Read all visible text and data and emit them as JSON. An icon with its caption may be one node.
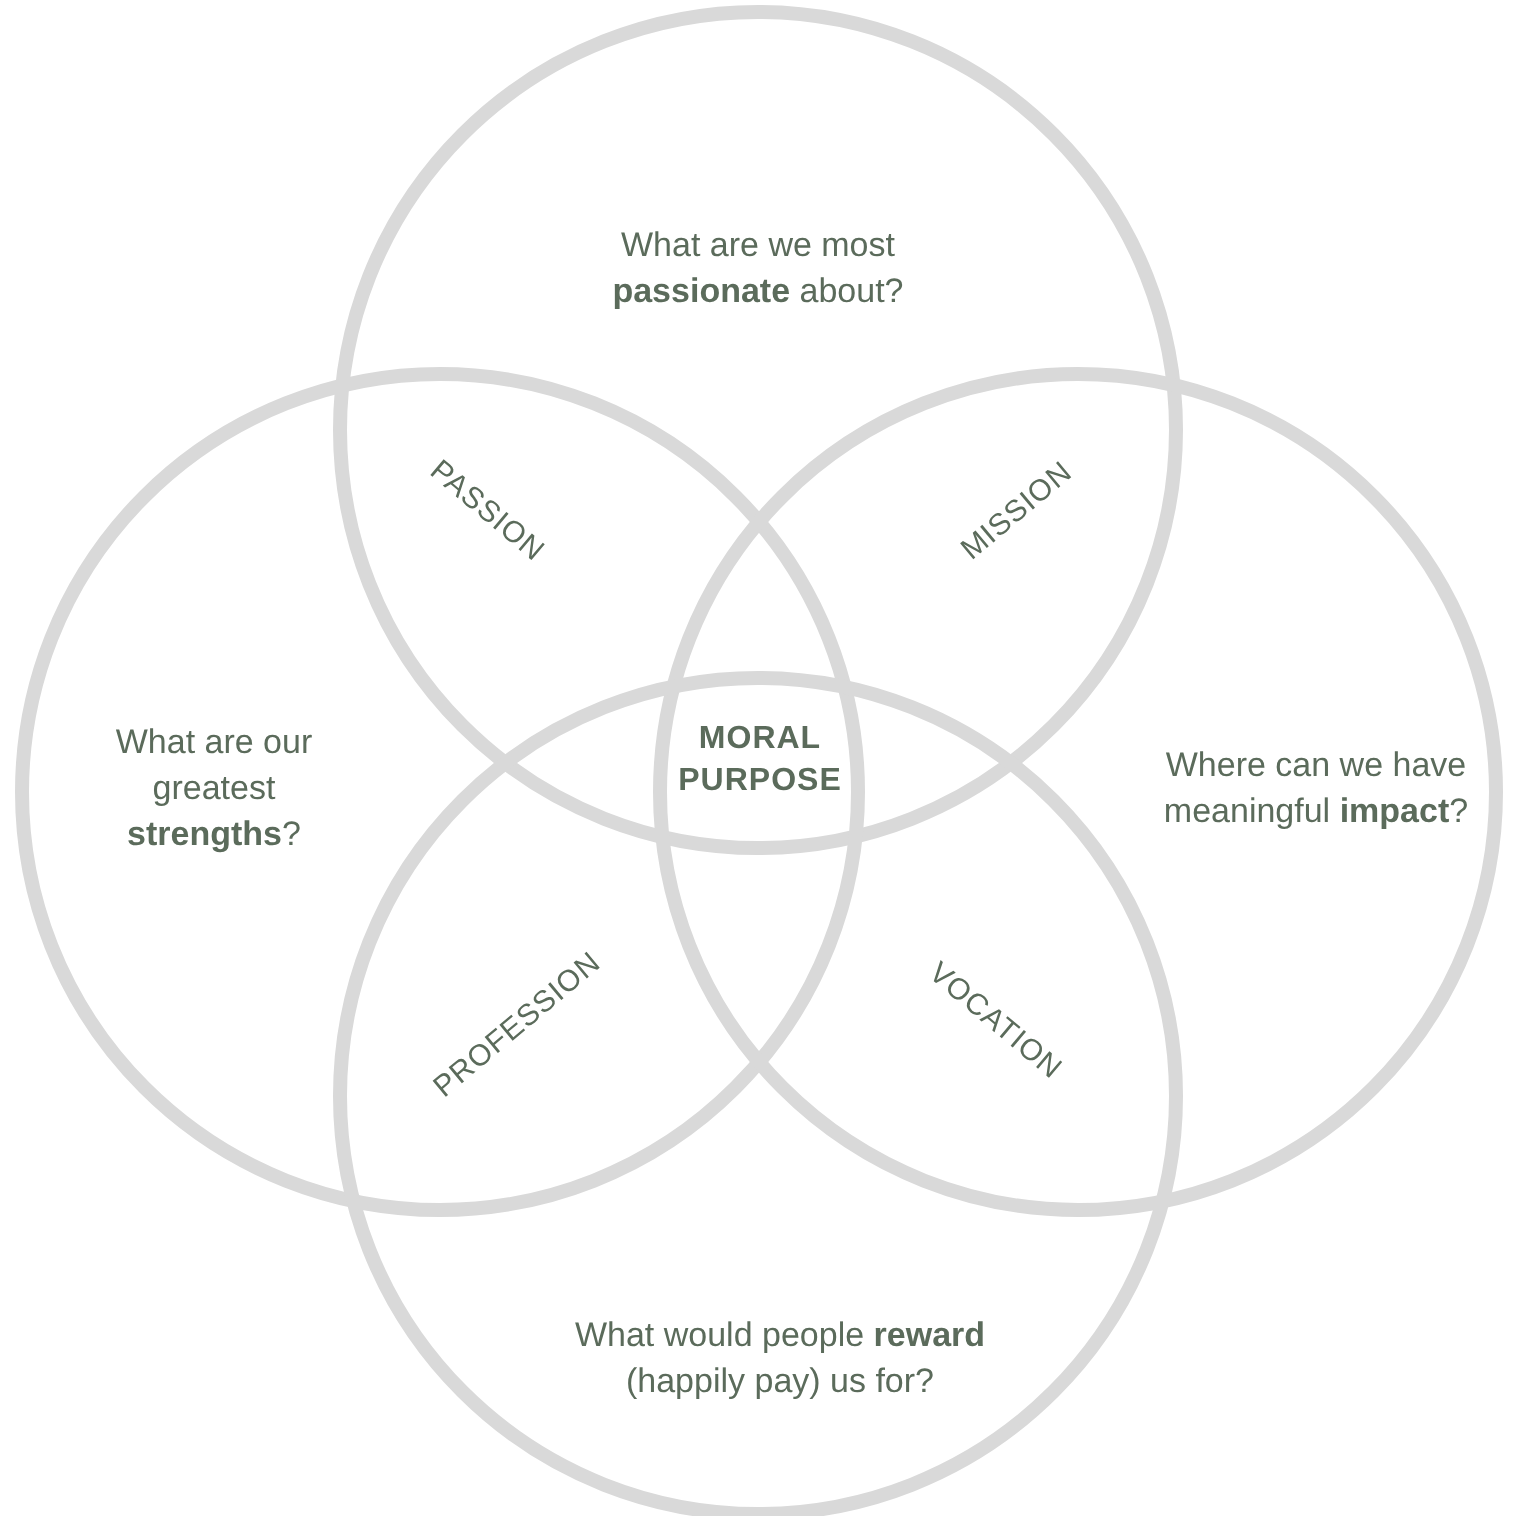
{
  "diagram": {
    "nodes": [
      {
        "text": [
          "What are we most **passionate** about?"
        ]
      },
      {
        "text": [
          "What are our greatest **strengths**?"
        ]
      },
      {
        "text": [
          "Where can we have meaningful **impact**?"
        ]
      },
      {
        "text": [
          "What would people **reward** (happily pay) us for?"
        ]
      }
    ],
    "labels": [
      "PASSION",
      "MISSION",
      "MORAL PURPOSE",
      "PROFESSION",
      "VOCATION"
    ]
  }
}
